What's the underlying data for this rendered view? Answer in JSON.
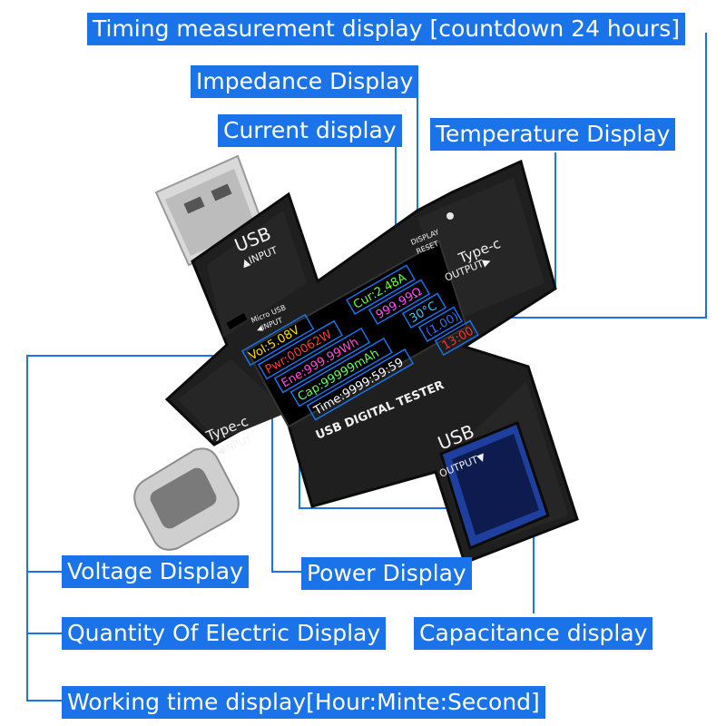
{
  "callouts": {
    "timing": "Timing measurement display [countdown 24 hours]",
    "impedance": "Impedance Display",
    "current": "Current display",
    "temperature": "Temperature Display",
    "voltage": "Voltage Display",
    "power": "Power Display",
    "quantity": "Quantity Of Electric Display",
    "capacitance": "Capacitance display",
    "working_time": "Working time display[Hour:Minte:Second]"
  },
  "device": {
    "usb_input": "USB",
    "usb_input_sub": "▲INPUT",
    "display_reset_1": "DISPLAY",
    "display_reset_2": "RESET",
    "typec_output": "Type-c",
    "typec_output_sub": "OUTPUT▶",
    "micro_usb": "Micro USB",
    "micro_usb_sub": "◀INPUT",
    "typec_input": "Type-c",
    "typec_input_sub": "◀INPUT",
    "usb_output": "USB",
    "usb_output_sub": "OUTPUT▼",
    "brand": "USB DIGITAL TESTER"
  },
  "screen": {
    "cur": "Cur:2.48A",
    "imp": "999.99Ω",
    "temp": "30°C",
    "timer_a": "(1.00)",
    "timer_b": "13:00",
    "vol": "Vol:5.08V",
    "pwr": "Pwr:00062W",
    "ene": "Ene:999.99Wh",
    "cap": "Cap:99999mAh",
    "time": "Time:9999:59:59"
  },
  "colors": {
    "callout_bg": "#1a73e8",
    "leader_line": "#1a73e8",
    "device_body": "#1c1c1c",
    "screen_bg": "#000000",
    "vol_text": "#ffe000",
    "pwr_text": "#ff3b3b",
    "ene_text": "#ff4fd8",
    "cap_text": "#66ff66",
    "time_text": "#ffffff",
    "cur_text": "#6dff3a",
    "imp_text": "#ff4fff",
    "temp_text": "#38c9ff",
    "timer_a_text": "#3a6dff",
    "timer_b_text": "#ff3030"
  }
}
